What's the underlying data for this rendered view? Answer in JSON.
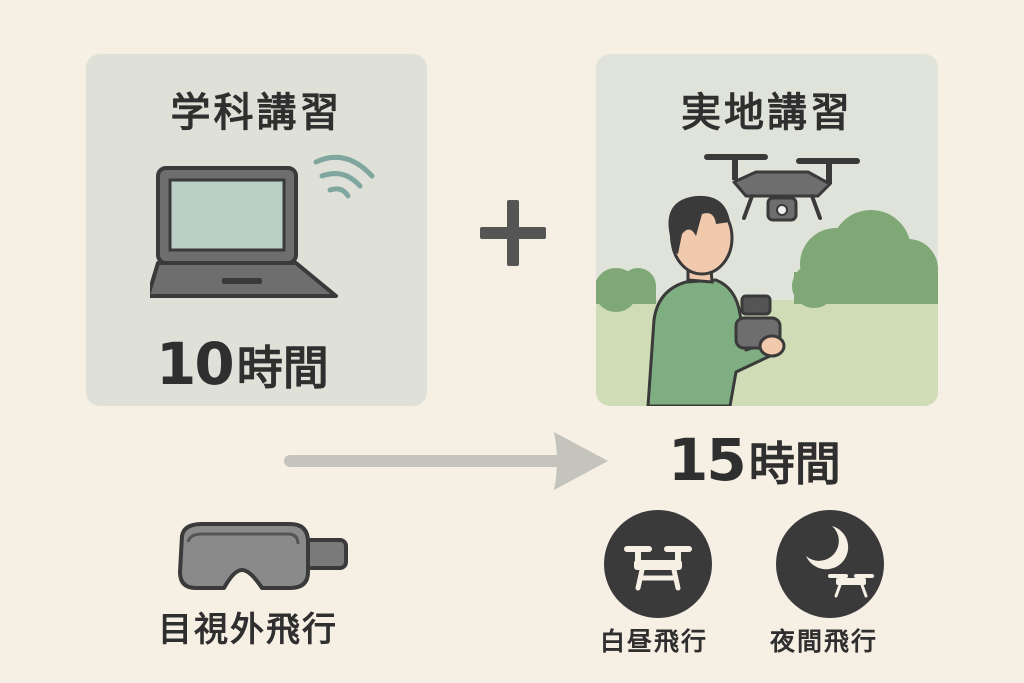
{
  "courses": [
    {
      "title": "学科講習",
      "hours": "10",
      "unit": "時間",
      "icon": "laptop-wifi-icon"
    },
    {
      "title": "実地講習",
      "hours": "15",
      "unit": "時間",
      "icon": "drone-pilot-icon"
    }
  ],
  "combine_symbol": "plus-icon",
  "flow_arrow": "right-arrow-icon",
  "options": [
    {
      "label": "目視外飛行",
      "icon": "vr-goggles-icon"
    },
    {
      "label": "白昼飛行",
      "icon": "daytime-drone-icon"
    },
    {
      "label": "夜間飛行",
      "icon": "night-drone-icon"
    }
  ],
  "colors": {
    "background": "#f6efe4",
    "card": "#dfe1d8",
    "screen": "#b9cfc5",
    "wifi": "#7fa7a0",
    "shirt": "#7fae82",
    "trees": "#7fa876",
    "grass": "#cfdcb5",
    "dark": "#3a3a3a",
    "arrow": "#c4c3bc"
  }
}
